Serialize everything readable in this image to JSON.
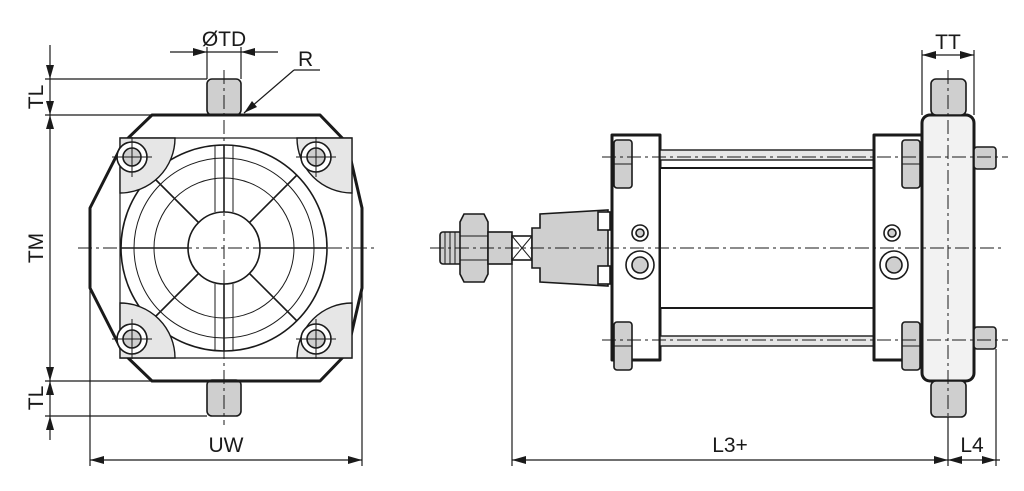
{
  "labels": {
    "td": "ØTD",
    "r": "R",
    "tl_top": "TL",
    "tm": "TM",
    "tl_bottom": "TL",
    "uw": "UW",
    "tt": "TT",
    "l3": "L3+",
    "l4": "L4"
  }
}
